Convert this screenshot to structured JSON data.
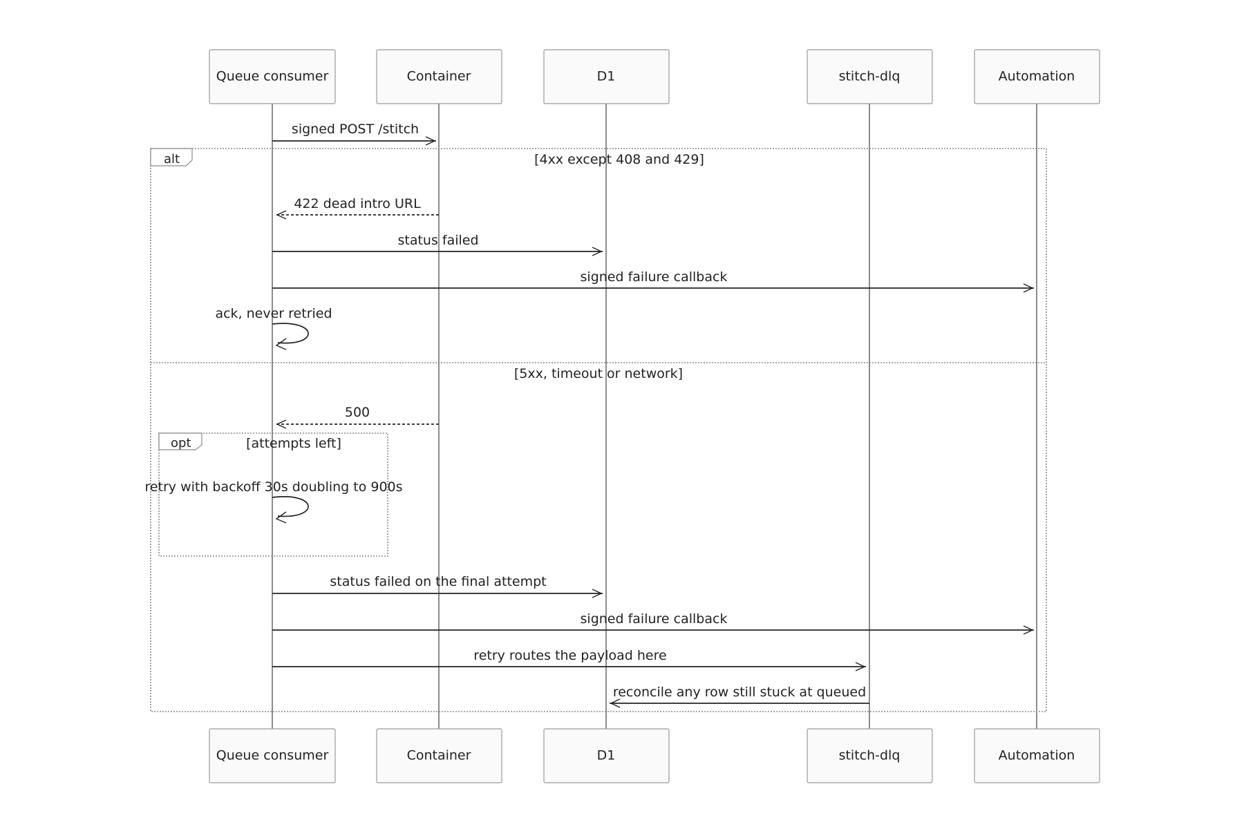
{
  "actors": {
    "queue_consumer": "Queue consumer",
    "container": "Container",
    "d1": "D1",
    "stitch_dlq": "stitch-dlq",
    "automation": "Automation"
  },
  "messages": {
    "m1": "signed POST /stitch",
    "m2": "422 dead intro URL",
    "m3": "status failed",
    "m4": "signed failure callback",
    "m5": "ack, never retried",
    "m6": "500",
    "m7": "retry with backoff 30s doubling to 900s",
    "m8": "status failed on the final attempt",
    "m9": "signed failure callback",
    "m10": "retry routes the payload here",
    "m11": "reconcile any row still stuck at queued"
  },
  "frames": {
    "alt_keyword": "alt",
    "alt_condition_1": "[4xx except 408 and 429]",
    "alt_condition_2": "[5xx, timeout or network]",
    "opt_keyword": "opt",
    "opt_condition": "[attempts left]"
  }
}
